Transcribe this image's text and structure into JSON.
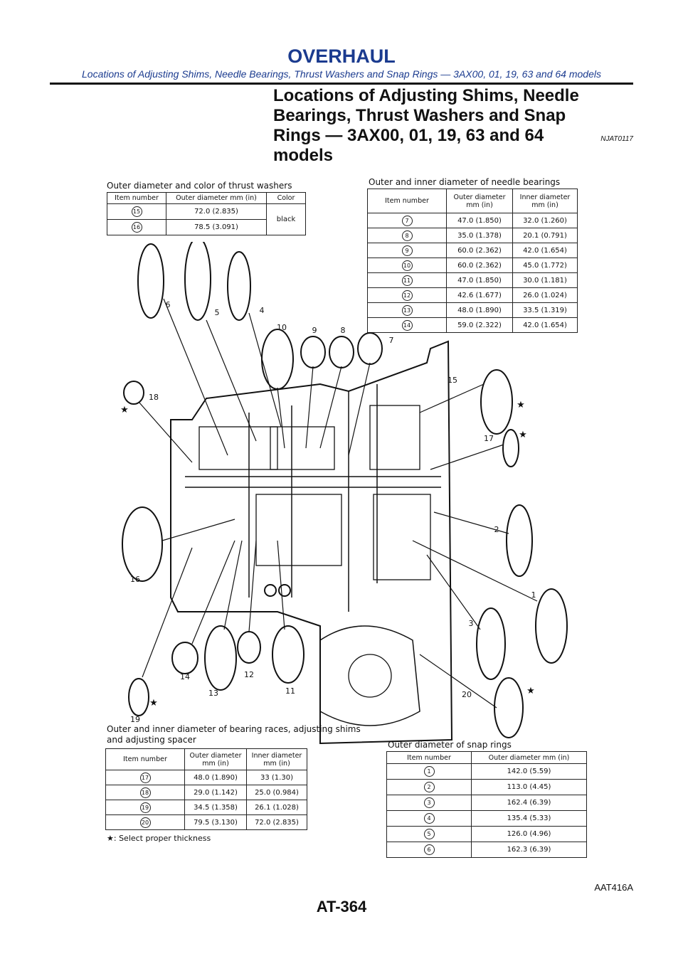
{
  "header": {
    "title": "OVERHAUL",
    "subtitle": "Locations of Adjusting Shims, Needle Bearings, Thrust Washers and Snap Rings — 3AX00, 01, 19, 63 and 64 models"
  },
  "section": {
    "title": "Locations of Adjusting Shims, Needle Bearings, Thrust Washers and Snap Rings — 3AX00, 01, 19, 63 and 64 models",
    "code": "NJAT0117"
  },
  "thrust_washers": {
    "caption": "Outer diameter and color of thrust washers",
    "headers": [
      "Item number",
      "Outer diameter mm (in)",
      "Color"
    ],
    "rows": [
      {
        "num": "15",
        "outer": "72.0 (2.835)"
      },
      {
        "num": "16",
        "outer": "78.5 (3.091)"
      }
    ],
    "color": "black"
  },
  "needle_bearings": {
    "caption": "Outer and inner diameter of needle bearings",
    "headers": [
      "Item number",
      "Outer diameter mm (in)",
      "Inner diameter mm (in)"
    ],
    "rows": [
      {
        "num": "7",
        "outer": "47.0 (1.850)",
        "inner": "32.0 (1.260)"
      },
      {
        "num": "8",
        "outer": "35.0 (1.378)",
        "inner": "20.1 (0.791)"
      },
      {
        "num": "9",
        "outer": "60.0 (2.362)",
        "inner": "42.0 (1.654)"
      },
      {
        "num": "10",
        "outer": "60.0 (2.362)",
        "inner": "45.0 (1.772)"
      },
      {
        "num": "11",
        "outer": "47.0 (1.850)",
        "inner": "30.0 (1.181)"
      },
      {
        "num": "12",
        "outer": "42.6 (1.677)",
        "inner": "26.0 (1.024)"
      },
      {
        "num": "13",
        "outer": "48.0 (1.890)",
        "inner": "33.5 (1.319)"
      },
      {
        "num": "14",
        "outer": "59.0 (2.322)",
        "inner": "42.0 (1.654)"
      }
    ]
  },
  "bearing_races": {
    "caption_line1": "Outer and inner diameter of bearing races, adjusting shims",
    "caption_line2": "and adjusting spacer",
    "headers": [
      "Item number",
      "Outer diameter mm (in)",
      "Inner diameter mm (in)"
    ],
    "rows": [
      {
        "num": "17",
        "outer": "48.0 (1.890)",
        "inner": "33 (1.30)"
      },
      {
        "num": "18",
        "outer": "29.0 (1.142)",
        "inner": "25.0 (0.984)"
      },
      {
        "num": "19",
        "outer": "34.5 (1.358)",
        "inner": "26.1 (1.028)"
      },
      {
        "num": "20",
        "outer": "79.5 (3.130)",
        "inner": "72.0 (2.835)"
      }
    ],
    "note": "★: Select proper thickness"
  },
  "snap_rings": {
    "caption": "Outer diameter of snap rings",
    "headers": [
      "Item number",
      "Outer diameter mm (in)"
    ],
    "rows": [
      {
        "num": "1",
        "outer": "142.0 (5.59)"
      },
      {
        "num": "2",
        "outer": "113.0 (4.45)"
      },
      {
        "num": "3",
        "outer": "162.4 (6.39)"
      },
      {
        "num": "4",
        "outer": "135.4 (5.33)"
      },
      {
        "num": "5",
        "outer": "126.0 (4.96)"
      },
      {
        "num": "6",
        "outer": "162.3 (6.39)"
      }
    ]
  },
  "diagram": {
    "callouts": [
      "1",
      "2",
      "3",
      "4",
      "5",
      "6",
      "7",
      "8",
      "9",
      "10",
      "11",
      "12",
      "13",
      "14",
      "15",
      "16",
      "17",
      "18",
      "19",
      "20"
    ],
    "star": "★"
  },
  "footer": {
    "figure_code": "AAT416A",
    "page": "AT-364"
  }
}
